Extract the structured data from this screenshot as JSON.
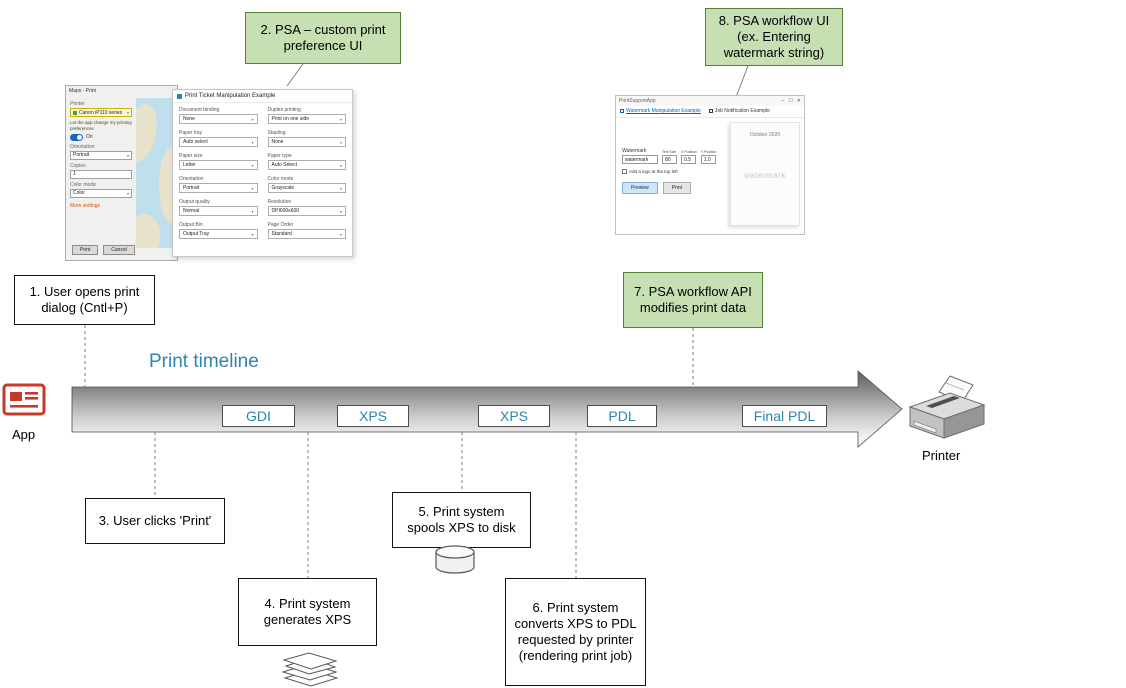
{
  "colors": {
    "accent_blue": "#2E86AB",
    "callout_green_bg": "#C6E0B4",
    "callout_green_border": "#538135"
  },
  "timeline": {
    "title": "Print timeline",
    "labels": [
      "GDI",
      "XPS",
      "XPS",
      "PDL",
      "Final PDL"
    ],
    "app_label": "App",
    "printer_label": "Printer"
  },
  "callouts": {
    "step2": "2. PSA – custom print preference UI",
    "step7": "7. PSA workflow API modifies print data",
    "step8": "8. PSA workflow UI (ex. Entering watermark string)"
  },
  "steps": {
    "step1": "1. User opens print dialog (Cntl+P)",
    "step3": "3. User clicks 'Print'",
    "step4": "4. Print system generates XPS",
    "step5": "5. Print system spools XPS to disk",
    "step6": "6. Print system converts XPS to PDL requested by printer (rendering print job)"
  },
  "print_dialog": {
    "window_title": "Maps - Print",
    "printer_label": "Printer",
    "printer_value": "Canon iP110 series",
    "preference_text": "Let the app change my printing preferences",
    "toggle_value": "On",
    "orientation_label": "Orientation",
    "orientation_value": "Portrait",
    "copies_label": "Copies",
    "copies_value": "1",
    "color_mode_label": "Color mode",
    "color_mode_value": "Color",
    "more_settings": "More settings",
    "print_button": "Print",
    "cancel_button": "Cancel",
    "panel_title": "Print Ticket Manipulation Example",
    "fields": [
      {
        "label": "Document binding",
        "value": "None"
      },
      {
        "label": "Duplex printing",
        "value": "Print on one side"
      },
      {
        "label": "Paper tray",
        "value": "Auto select"
      },
      {
        "label": "Stapling",
        "value": "None"
      },
      {
        "label": "Paper size",
        "value": "Letter"
      },
      {
        "label": "Paper type",
        "value": "Auto Select"
      },
      {
        "label": "Orientation",
        "value": "Portrait"
      },
      {
        "label": "Color mode",
        "value": "Grayscale"
      },
      {
        "label": "Output quality",
        "value": "Normal"
      },
      {
        "label": "Resolution",
        "value": "DPI600x600"
      },
      {
        "label": "Output Bin",
        "value": "Output Tray"
      },
      {
        "label": "Page Order",
        "value": "Standard"
      }
    ]
  },
  "watermark_app": {
    "window_title": "PrintSupportApp",
    "window_minimize": "–",
    "window_maximize": "☐",
    "window_close": "✕",
    "tab_watermark": "Watermark Manipulation Example",
    "tab_notification": "Job Notification Example",
    "watermark_label": "Watermark",
    "watermark_value": "watermark",
    "text_size_label": "Text Size",
    "text_size_value": "80",
    "x_position_label": "X Position",
    "x_position_value": "0.5",
    "y_position_label": "Y Position",
    "y_position_value": "1.0",
    "logo_checkbox_label": "Add a logo at the top left",
    "preview_button": "Preview",
    "print_button": "Print",
    "preview_date": "October 2020",
    "preview_watermark": "watermark"
  }
}
